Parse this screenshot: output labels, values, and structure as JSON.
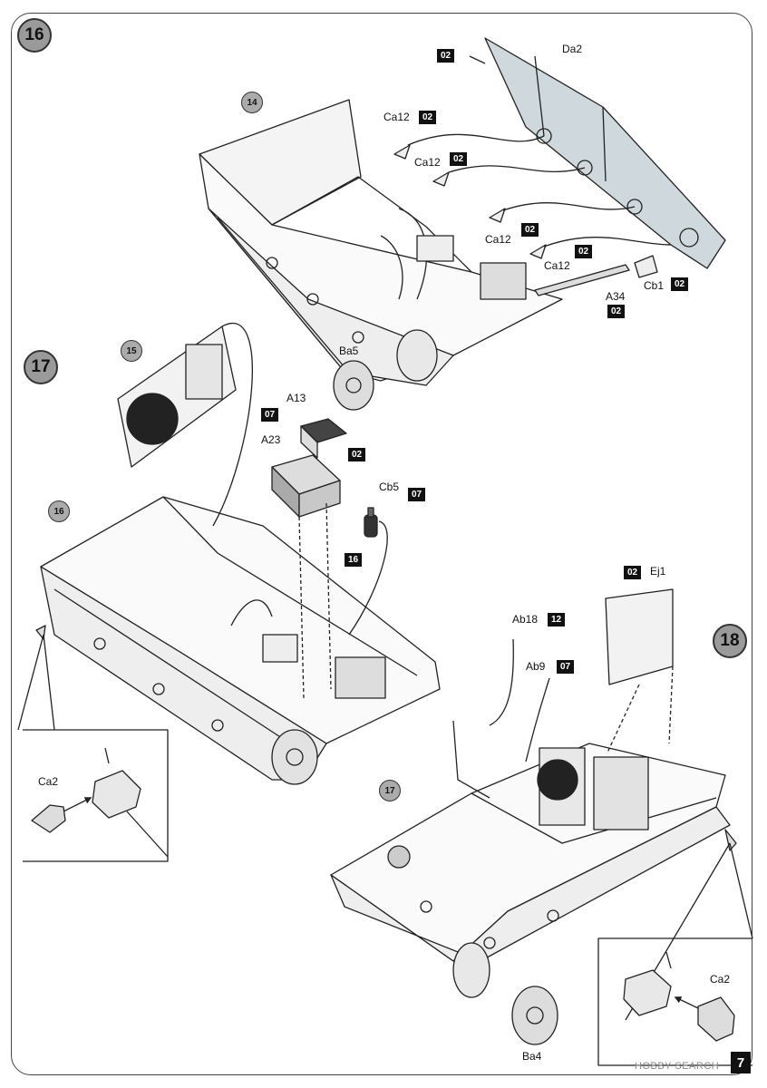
{
  "page_number": "7",
  "watermark": "HOBBY SEARCH",
  "steps": {
    "s16": "16",
    "s17": "17",
    "s18": "18"
  },
  "refs": {
    "r14": "14",
    "r15": "15",
    "r16": "16",
    "r17": "17"
  },
  "labels": {
    "da2": "Da2",
    "ca12_a": "Ca12",
    "ca12_b": "Ca12",
    "ca12_c": "Ca12",
    "ca12_d": "Ca12",
    "cb1": "Cb1",
    "a34": "A34",
    "ba5": "Ba5",
    "a13": "A13",
    "a23": "A23",
    "cb5": "Cb5",
    "ca2_left": "Ca2",
    "ca2_right": "Ca2",
    "ej1": "Ej1",
    "ab18": "Ab18",
    "ab9": "Ab9",
    "ba4": "Ba4"
  },
  "tags": {
    "t_da2": "02",
    "t_ca12_a": "02",
    "t_ca12_b": "02",
    "t_ca12_c": "02",
    "t_ca12_d": "02",
    "t_cb1": "02",
    "t_a34": "02",
    "t_a13": "07",
    "t_a23": "02",
    "t_cb5": "07",
    "t_cb5_16": "16",
    "t_ej1": "02",
    "t_ab18": "12",
    "t_ab9": "07"
  },
  "colors": {
    "step_fill": "#9a9a9a",
    "tag_fill": "#111111",
    "panel_fill": "#cfd8dc",
    "line": "#222222"
  }
}
